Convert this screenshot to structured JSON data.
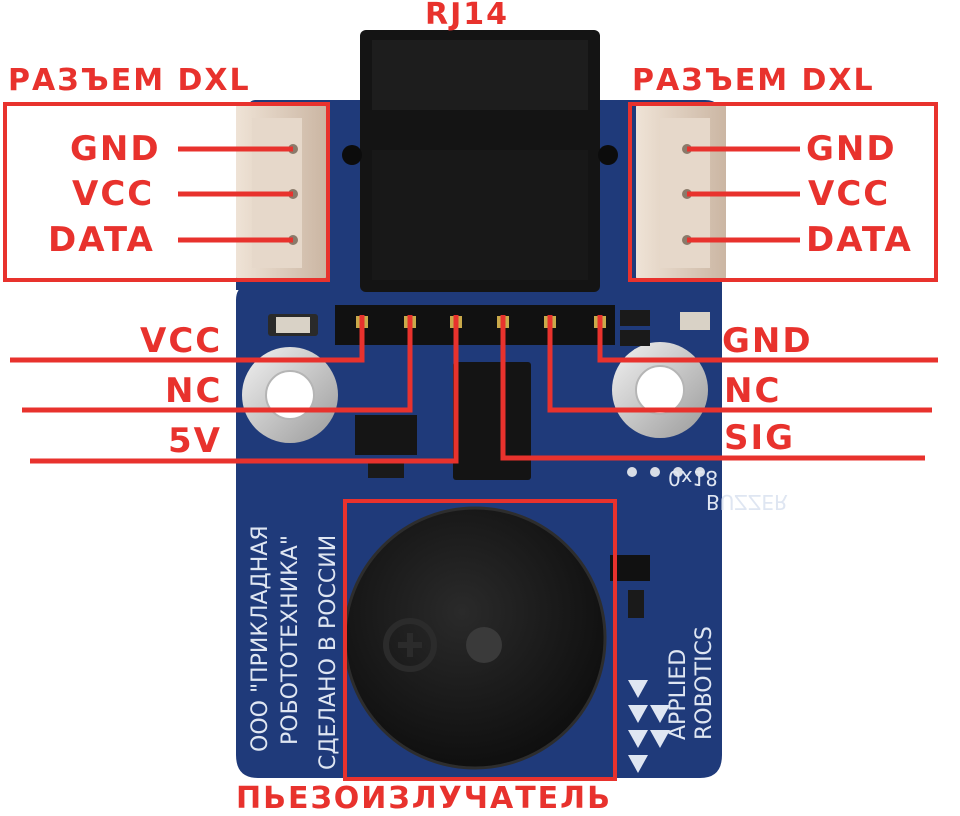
{
  "labels": {
    "top_connector": "RJ14",
    "left_header": "РАЗЪЕМ DXL",
    "right_header": "РАЗЪЕМ DXL",
    "left_pins": [
      "GND",
      "VCC",
      "DATA"
    ],
    "right_pins": [
      "GND",
      "VCC",
      "DATA"
    ],
    "left_lower_pins": [
      "VCC",
      "NC",
      "5V"
    ],
    "right_lower_pins": [
      "GND",
      "NC",
      "SIG"
    ],
    "bottom_component": "ПЬЕЗОИЗЛУЧАТЕЛЬ"
  },
  "silkscreen": {
    "company_line1": "ООО \"ПРИКЛАДНАЯ",
    "company_line2": "РОБОТОТЕХНИКА\"",
    "made_in": "СДЕЛАНО В РОССИИ",
    "brand_line1": "APPLIED",
    "brand_line2": "ROBOTICS",
    "module_name": "BUZZER",
    "module_addr": "0x18"
  },
  "colors": {
    "annotation": "#e8322d",
    "pcb": "#1f3a7a",
    "silk": "#dfe6f2"
  }
}
